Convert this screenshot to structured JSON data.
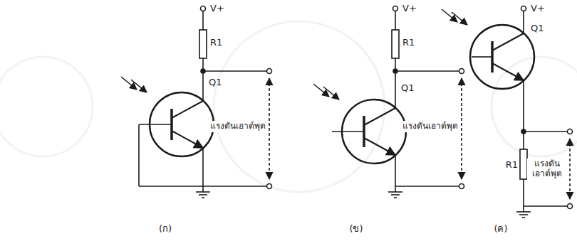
{
  "diagram": {
    "labels": [
      "V+",
      "R1",
      "Q1",
      "แรงดันเอาต์พุต",
      "(ก)",
      "V+",
      "R1",
      "Q1",
      "แรงดันเอาต์พุต",
      "(ข)",
      "V+",
      "Q1",
      "R1",
      "แรงดันเอาต์พุต",
      "(ค)"
    ]
  }
}
